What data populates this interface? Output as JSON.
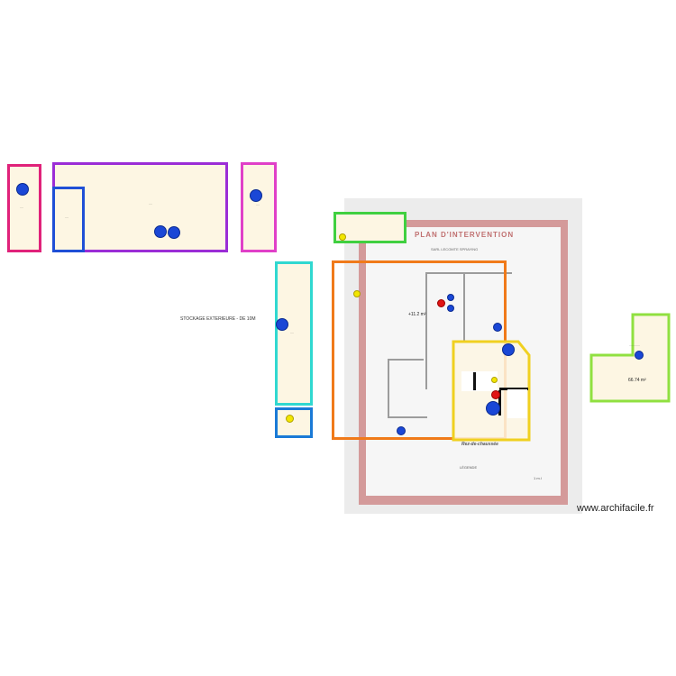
{
  "exterior_storage": {
    "label": "STOCKAGE EXTERIEURE - DE 10M"
  },
  "room_green_right": {
    "area": "66.74 m²",
    "note": "——————"
  },
  "room_orange": {
    "area": "+11.2 m²"
  },
  "plan_photo": {
    "title": "PLAN D'INTERVENTION",
    "company": "SARL LECOMTE SPRAYING",
    "floor": "Rez-de-chaussée",
    "legend_title": "LÉGENDE",
    "scale": "1 m.l"
  },
  "watermark": {
    "text": "www.archifacile.fr"
  },
  "colors": {
    "pink": "#e0227a",
    "purple": "#9b2dd6",
    "blue": "#1f4fd6",
    "magenta": "#e040c8",
    "cyan": "#30d8d0",
    "green": "#40d040",
    "orange": "#f07a1a",
    "yellow": "#f0d020",
    "lime": "#90e040",
    "marker_blue": "#1a47d6",
    "marker_red": "#e01414",
    "marker_yellow": "#f2e600"
  }
}
